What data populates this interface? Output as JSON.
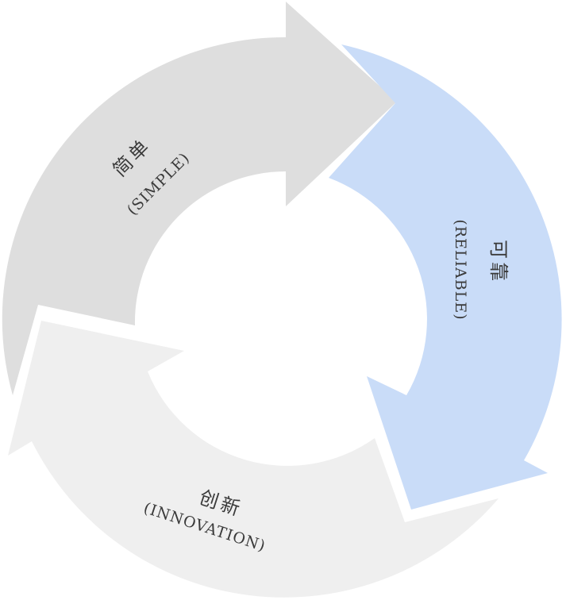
{
  "diagram": {
    "type": "cycle",
    "segments": [
      {
        "id": "simple",
        "label_cn": "简单",
        "label_en": "(SIMPLE)",
        "color": "#dedede"
      },
      {
        "id": "reliable",
        "label_cn": "可靠",
        "label_en": "(RELIABLE)",
        "color": "#c9dcf8"
      },
      {
        "id": "innovation",
        "label_cn": "创新",
        "label_en": "(INNOVATION)",
        "color": "#efefef"
      }
    ]
  }
}
